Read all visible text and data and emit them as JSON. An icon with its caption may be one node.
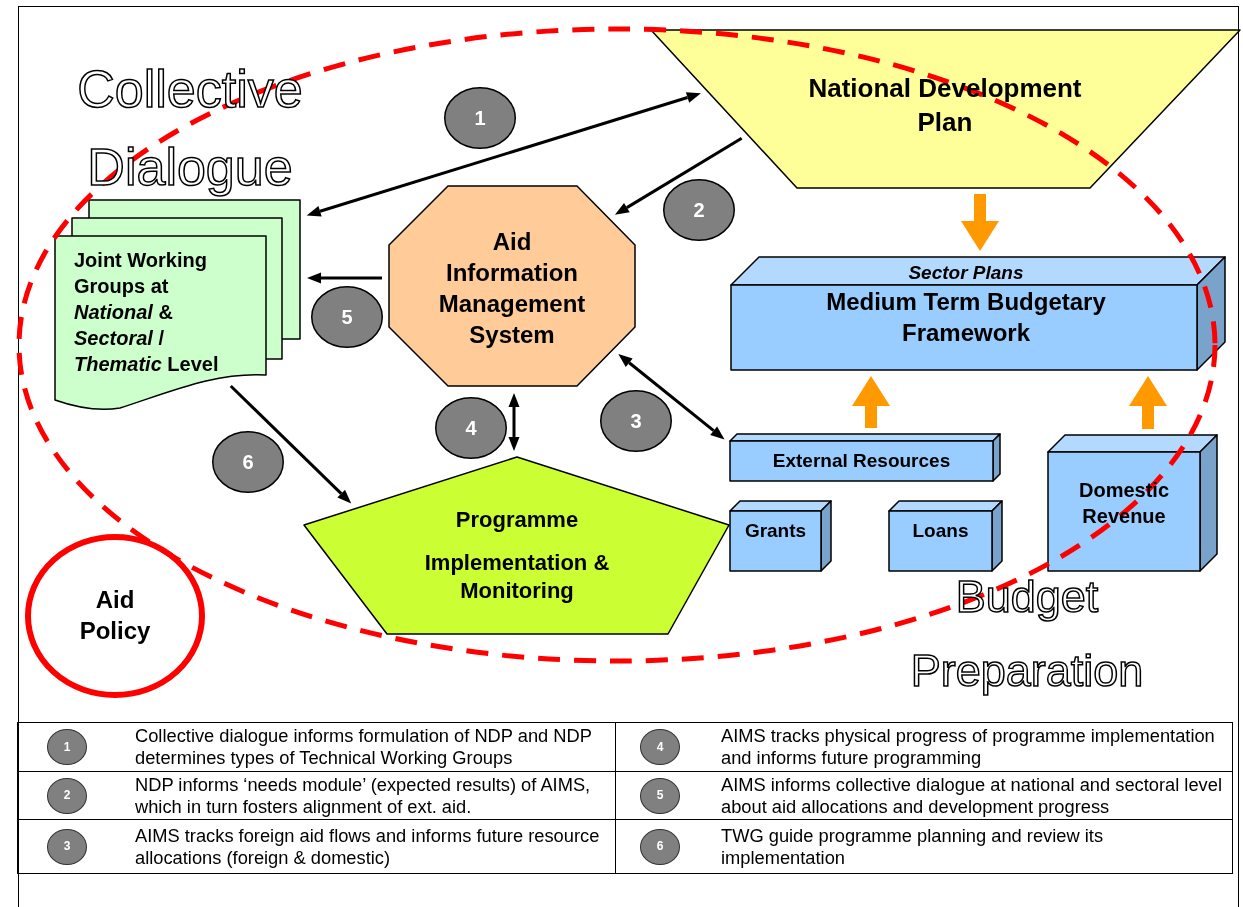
{
  "diagram": {
    "nodes": [
      {
        "text": [
          "National Development Plan"
        ]
      },
      {
        "text": [
          "Joint Working Groups at *National* & *Sectoral* / *Thematic* Level"
        ]
      },
      {
        "text": [
          "Aid Information Management System"
        ]
      },
      {
        "text": [
          "Sector Plans",
          "Medium Term Budgetary Framework"
        ]
      },
      {
        "text": [
          "External Resources"
        ]
      },
      {
        "text": [
          "Grants"
        ]
      },
      {
        "text": [
          "Loans"
        ]
      },
      {
        "text": [
          "Domestic Revenue"
        ]
      },
      {
        "text": [
          "Programme",
          "Implementation & Monitoring"
        ]
      },
      {
        "text": [
          "Aid Policy"
        ]
      },
      {
        "text": [
          "1"
        ]
      },
      {
        "text": [
          "2"
        ]
      },
      {
        "text": [
          "3"
        ]
      },
      {
        "text": [
          "4"
        ]
      },
      {
        "text": [
          "5"
        ]
      },
      {
        "text": [
          "6"
        ]
      }
    ],
    "edges": [
      {
        "from": 1,
        "to": 0,
        "arrow": "both"
      },
      {
        "from": 0,
        "to": 2,
        "arrow": "to"
      },
      {
        "from": 2,
        "to": 1,
        "arrow": "to"
      },
      {
        "from": 2,
        "to": 4,
        "arrow": "both"
      },
      {
        "from": 2,
        "to": 8,
        "arrow": "both"
      },
      {
        "from": 1,
        "to": 8,
        "arrow": "to"
      },
      {
        "from": 0,
        "to": 3,
        "arrow": "to",
        "style": "thick",
        "color": "#ff9900"
      },
      {
        "from": 4,
        "to": 3,
        "arrow": "to",
        "style": "thick",
        "color": "#ff9900"
      },
      {
        "from": 7,
        "to": 3,
        "arrow": "to",
        "style": "thick",
        "color": "#ff9900"
      }
    ],
    "labels": [
      "Collective Dialogue",
      "Budget Preparation",
      "1",
      "Collective dialogue informs formulation of NDP and NDP determines types of Technical Working Groups",
      "4",
      "AIMS tracks physical progress of programme implementation and informs future programming",
      "2",
      "NDP informs ‘needs module’ (expected results) of AIMS, which in turn fosters alignment of ext. aid.",
      "5",
      "AIMS informs collective dialogue at national and sectoral level about aid allocations and development progress",
      "3",
      "AIMS tracks foreign aid flows and informs future resource allocations (foreign & domestic)",
      "6",
      "TWG guide programme planning and review its implementation"
    ]
  }
}
